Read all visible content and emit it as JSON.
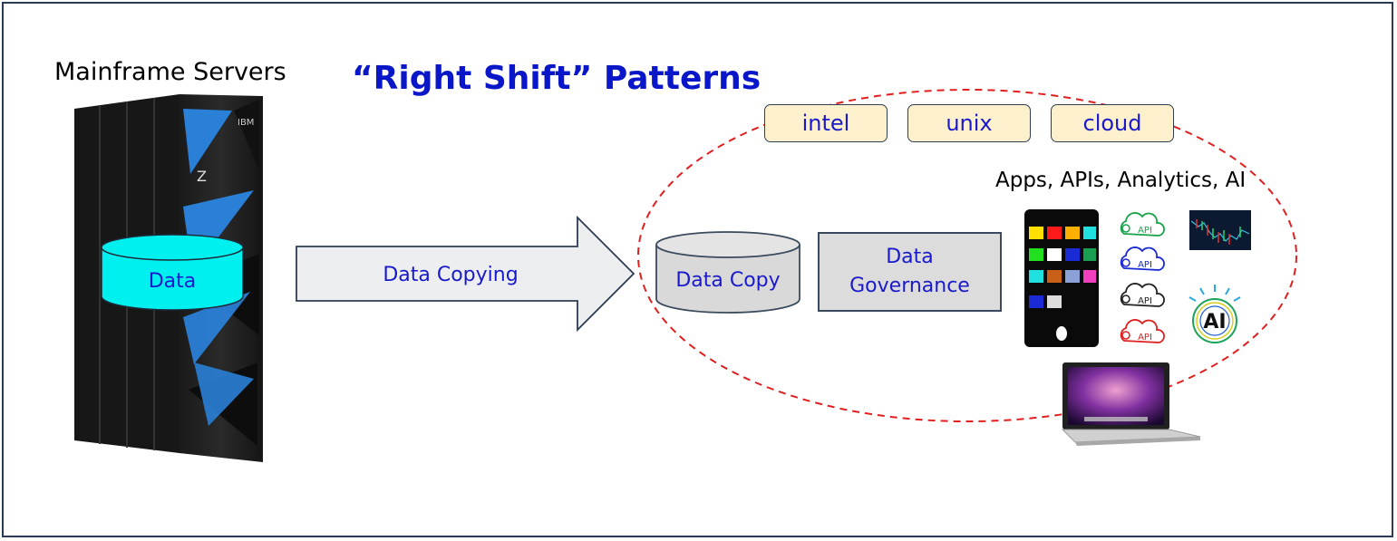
{
  "mainframe": {
    "title": "Mainframe Servers",
    "data_label": "Data",
    "logo_text": "IBM",
    "model_letter": "Z"
  },
  "diagram_title": "“Right Shift” Patterns",
  "arrow": {
    "label": "Data Copying"
  },
  "platforms": [
    "intel",
    "unix",
    "cloud"
  ],
  "data_copy": {
    "label": "Data Copy"
  },
  "governance": {
    "line1": "Data",
    "line2": "Governance"
  },
  "apps_label": "Apps, APIs, Analytics, AI",
  "api_badge": "API",
  "ai_badge": "AI",
  "colors": {
    "title_blue": "#0a17c8",
    "text_blue": "#1a1acc",
    "data_cylinder": "#00f0f0",
    "dashed_ellipse": "#e02020",
    "pill_fill": "#fdf0cc",
    "governance_fill": "#dcdcdc",
    "arrow_fill": "#eceef0",
    "api_icon_colors": [
      "#1aa34a",
      "#1a2ad4",
      "#222222",
      "#e02020"
    ]
  }
}
